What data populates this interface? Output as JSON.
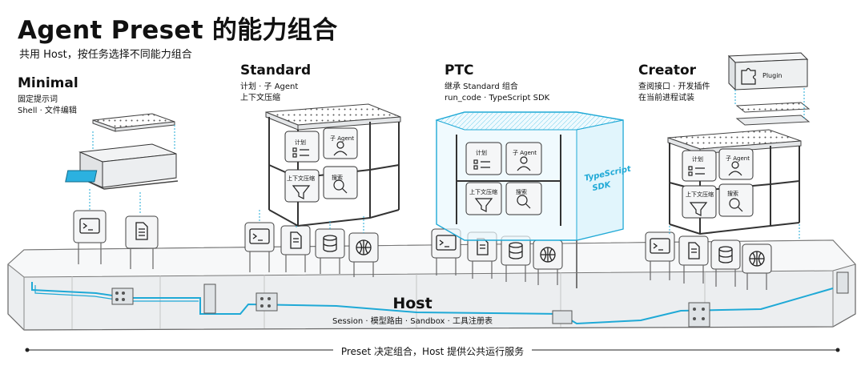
{
  "title": "Agent Preset 的能力组合",
  "subtitle": "共用 Host，按任务选择不同能力组合",
  "accent_color": "#1fa9d6",
  "presets": [
    {
      "name": "Minimal",
      "lines": [
        "固定提示词",
        "Shell · 文件编辑"
      ]
    },
    {
      "name": "Standard",
      "lines": [
        "计划 · 子 Agent",
        "上下文压缩"
      ]
    },
    {
      "name": "PTC",
      "lines": [
        "继承 Standard 组合",
        "run_code · TypeScript SDK"
      ]
    },
    {
      "name": "Creator",
      "lines": [
        "查阅接口 · 开发插件",
        "在当前进程试装"
      ]
    }
  ],
  "modules": {
    "plan": "计划",
    "subagent": "子 Agent",
    "compress": "上下文压缩",
    "search": "搜索"
  },
  "sdk_label": [
    "TypeScript",
    "SDK"
  ],
  "plugin_label": "Plugin",
  "host": {
    "title": "Host",
    "description": "Session · 模型路由 · Sandbox · 工具注册表"
  },
  "footer": "Preset 决定组合，Host 提供公共运行服务",
  "icons": [
    "terminal-icon",
    "document-icon",
    "database-icon",
    "globe-icon",
    "checklist-icon",
    "user-icon",
    "funnel-icon",
    "magnifier-icon",
    "puzzle-icon"
  ]
}
